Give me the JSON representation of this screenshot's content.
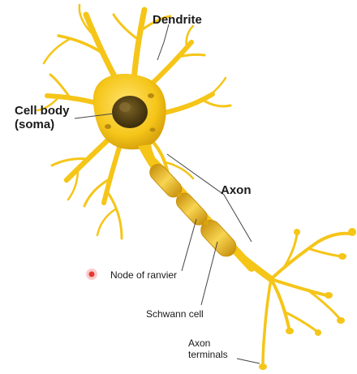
{
  "labels": {
    "dendrite": "Dendrite",
    "cell_body_line1": "Cell body",
    "cell_body_line2": "(soma)",
    "axon": "Axon",
    "node_of_ranvier": "Node of ranvier",
    "schwann_cell": "Schwann cell",
    "axon_terminals_line1": "Axon",
    "axon_terminals_line2": "terminals"
  },
  "colors": {
    "neuron_fill": "#f5c518",
    "neuron_highlight": "#ffe470",
    "neuron_shadow": "#d9a40d",
    "nucleus": "#4a3a12",
    "myelin": "#e8b81c",
    "myelin_dark": "#c9920f",
    "leader_line": "#444444",
    "cursor_marker": "#e53935"
  }
}
